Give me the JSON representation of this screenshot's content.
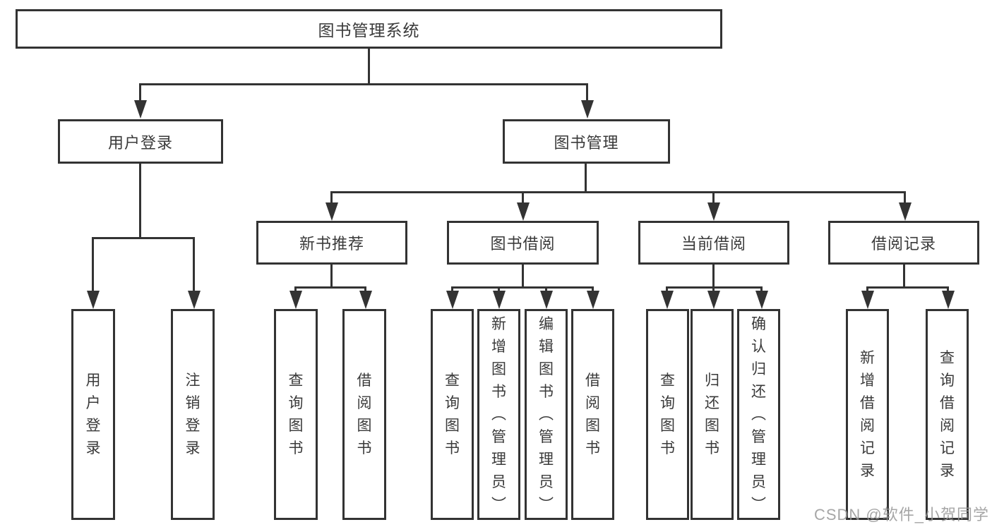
{
  "diagram_title": "图书管理系统",
  "nodes": {
    "root": "图书管理系统",
    "user_login": "用户登录",
    "book_management": "图书管理",
    "new_book_recommend": "新书推荐",
    "book_borrow": "图书借阅",
    "current_borrow": "当前借阅",
    "borrow_records": "借阅记录"
  },
  "leaves": {
    "login_user": "用户登录",
    "login_logout": "注销登录",
    "rec_query_books": "查询图书",
    "rec_borrow_books": "借阅图书",
    "borrow_query_books": "查询图书",
    "borrow_add_books": "新增图书（管理员）",
    "borrow_edit_books": "编辑图书（管理员）",
    "borrow_borrow_books": "借阅图书",
    "current_query_books": "查询图书",
    "current_return_books": "归还图书",
    "current_confirm_return": "确认归还（管理员）",
    "records_add_record": "新增借阅记录",
    "records_query_record": "查询借阅记录"
  },
  "watermark": "CSDN @软件_小贺同学",
  "colors": {
    "line": "#333333",
    "text": "#3a3a3a",
    "background": "#ffffff",
    "watermark": "#969696"
  }
}
